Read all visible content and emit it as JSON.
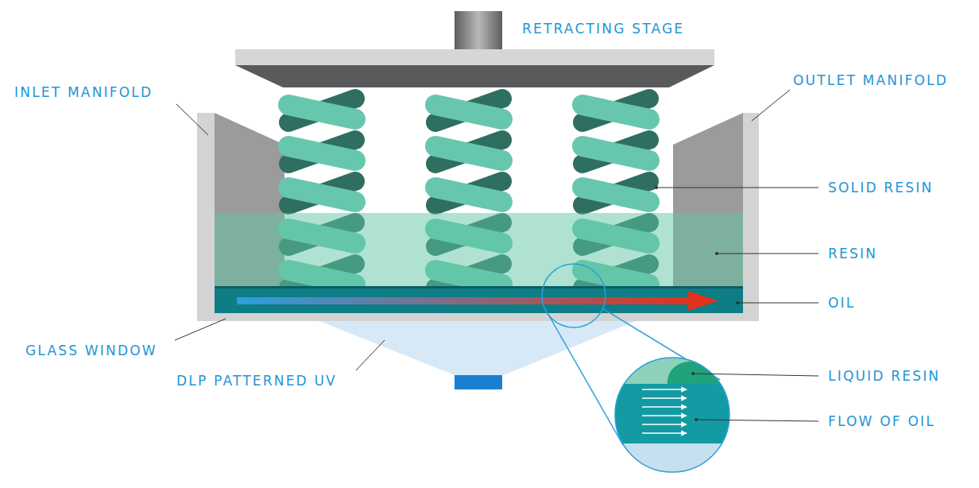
{
  "diagram": {
    "labels": [
      "RETRACTING STAGE",
      "INLET MANIFOLD",
      "OUTLET MANIFOLD",
      "SOLID RESIN",
      "RESIN",
      "OIL",
      "GLASS WINDOW",
      "DLP PATTERNED UV",
      "LIQUID RESIN",
      "FLOW OF OIL"
    ]
  }
}
